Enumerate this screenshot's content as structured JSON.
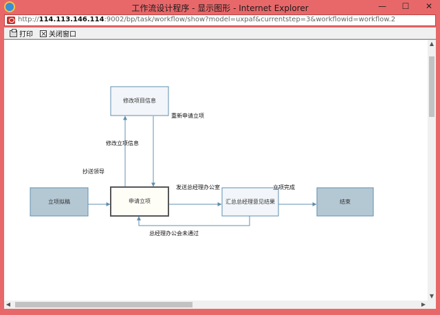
{
  "window": {
    "title": "工作流设计程序 - 显示图形 - Internet Explorer",
    "minimize_glyph": "—",
    "maximize_glyph": "☐",
    "close_glyph": "✕",
    "icon": "ie-icon"
  },
  "address": {
    "prefix": "http://",
    "host": "114.113.146.114",
    "rest": ":9002/bp/task/workflow/show?model=uxpaf&currentstep=3&workflowid=workflow.2",
    "icon": "ie-page-icon"
  },
  "toolbar": {
    "print_label": "打印",
    "close_label": "关闭窗口"
  },
  "diagram": {
    "nodes": {
      "start": "立项拟稿",
      "apply": "申请立项",
      "modify": "修改项目信息",
      "summary": "汇总总经理意见结果",
      "end": "结束"
    },
    "edges": {
      "modify_info": "修改立项信息",
      "reapply": "重新申请立项",
      "cc_leader": "抄送领导",
      "send_office": "发送总经理办公室",
      "complete": "立项完成",
      "rejected": "总经理办公会未通过"
    },
    "colors": {
      "start_end_fill": "#b4c8d4",
      "normal_fill": "#f2f5f9",
      "current_fill": "#fffef6",
      "current_border": "#555555",
      "edge": "#5f8fb0"
    }
  },
  "scrollbars": {
    "up": "▲",
    "down": "▼",
    "left": "◀",
    "right": "▶"
  }
}
